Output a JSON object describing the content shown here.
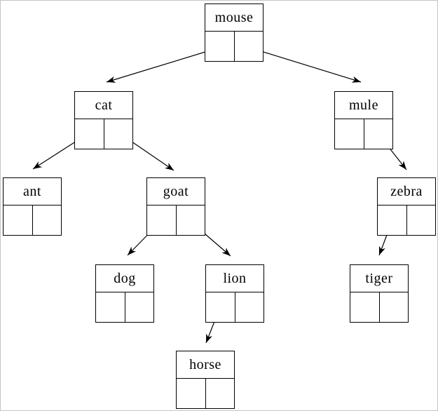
{
  "colors": {
    "line": "#000000",
    "text": "#000000",
    "background": "#ffffff",
    "page_border": "#c4c4c4"
  },
  "diagram": {
    "type": "binary-tree",
    "nodes": [
      {
        "id": "mouse",
        "label": "mouse",
        "left_child": "cat",
        "right_child": "mule"
      },
      {
        "id": "cat",
        "label": "cat",
        "left_child": "ant",
        "right_child": "goat"
      },
      {
        "id": "mule",
        "label": "mule",
        "left_child": null,
        "right_child": "zebra"
      },
      {
        "id": "ant",
        "label": "ant",
        "left_child": null,
        "right_child": null
      },
      {
        "id": "goat",
        "label": "goat",
        "left_child": "dog",
        "right_child": "lion"
      },
      {
        "id": "zebra",
        "label": "zebra",
        "left_child": "tiger",
        "right_child": null
      },
      {
        "id": "dog",
        "label": "dog",
        "left_child": null,
        "right_child": null
      },
      {
        "id": "lion",
        "label": "lion",
        "left_child": null,
        "right_child": "horse"
      },
      {
        "id": "tiger",
        "label": "tiger",
        "left_child": null,
        "right_child": null
      },
      {
        "id": "horse",
        "label": "horse",
        "left_child": null,
        "right_child": null
      }
    ],
    "edges": [
      {
        "from": "mouse",
        "pointer": "left",
        "to": "cat"
      },
      {
        "from": "mouse",
        "pointer": "right",
        "to": "mule"
      },
      {
        "from": "cat",
        "pointer": "left",
        "to": "ant"
      },
      {
        "from": "cat",
        "pointer": "right",
        "to": "goat"
      },
      {
        "from": "mule",
        "pointer": "right",
        "to": "zebra"
      },
      {
        "from": "goat",
        "pointer": "left",
        "to": "dog"
      },
      {
        "from": "goat",
        "pointer": "right",
        "to": "lion"
      },
      {
        "from": "zebra",
        "pointer": "left",
        "to": "tiger"
      },
      {
        "from": "lion",
        "pointer": "left",
        "to": "horse"
      }
    ]
  }
}
